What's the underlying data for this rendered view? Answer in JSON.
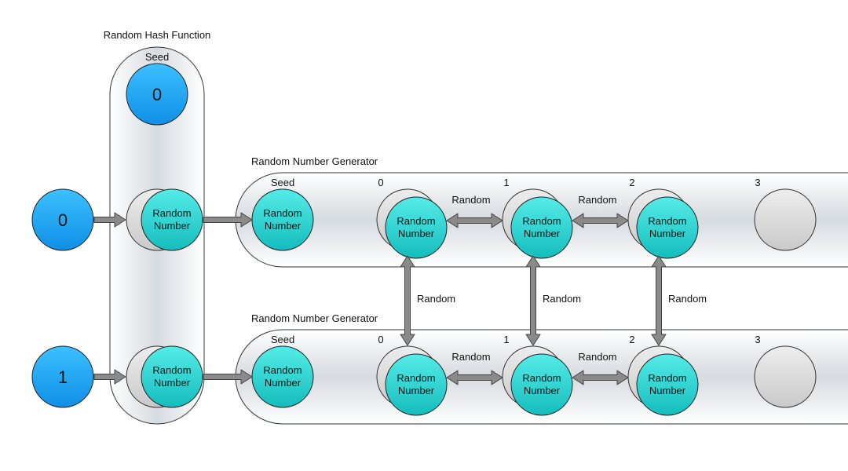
{
  "hash_function": {
    "title": "Random Hash Function",
    "seed_label": "Seed",
    "seed_value": "0",
    "outputs": [
      {
        "label_line1": "Random",
        "label_line2": "Number"
      },
      {
        "label_line1": "Random",
        "label_line2": "Number"
      }
    ]
  },
  "inputs": [
    "0",
    "1"
  ],
  "generators": [
    {
      "title": "Random Number Generator",
      "seed_label": "Seed",
      "seed_node": {
        "label_line1": "Random",
        "label_line2": "Number"
      },
      "step_labels": [
        "0",
        "1",
        "2",
        "3"
      ],
      "steps": [
        {
          "label_line1": "Random",
          "label_line2": "Number"
        },
        {
          "label_line1": "Random",
          "label_line2": "Number"
        },
        {
          "label_line1": "Random",
          "label_line2": "Number"
        }
      ],
      "arrow_labels": [
        "Random",
        "Random"
      ]
    },
    {
      "title": "Random Number Generator",
      "seed_label": "Seed",
      "seed_node": {
        "label_line1": "Random",
        "label_line2": "Number"
      },
      "step_labels": [
        "0",
        "1",
        "2",
        "3"
      ],
      "steps": [
        {
          "label_line1": "Random",
          "label_line2": "Number"
        },
        {
          "label_line1": "Random",
          "label_line2": "Number"
        },
        {
          "label_line1": "Random",
          "label_line2": "Number"
        }
      ],
      "arrow_labels": [
        "Random",
        "Random"
      ]
    }
  ],
  "vertical_arrow_labels": [
    "Random",
    "Random",
    "Random"
  ],
  "colors": {
    "input_blue": "#1aa3f0",
    "node_teal": "#2cd6d4",
    "shadow_gray": "#c6c6c6",
    "empty_gray": "#dadada",
    "arrow_gray": "#808080"
  }
}
